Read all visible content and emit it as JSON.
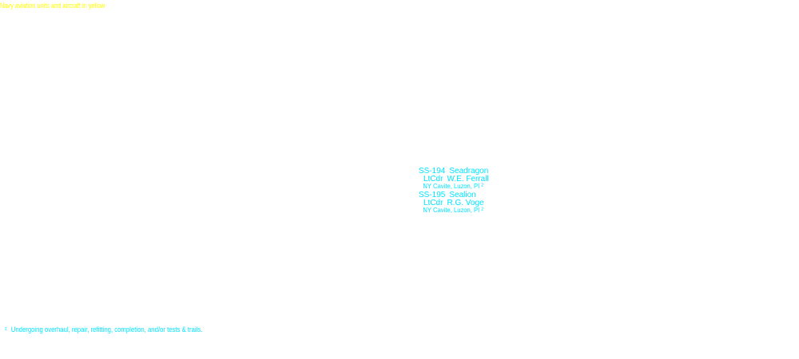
{
  "legend": {
    "text": "Navy aviation units and aircraft in yellow",
    "color": "#ffff00"
  },
  "ships": [
    {
      "hull": "SS-194",
      "name": "Seadragon",
      "rank": "LtCdr",
      "commander": "W.E. Ferrall",
      "location": "NY Cavite, Luzon, PI ²"
    },
    {
      "hull": "SS-195",
      "name": "Sealion",
      "rank": "LtCdr",
      "commander": "R.G. Voge",
      "location": "NY Cavite, Luzon, PI ²"
    }
  ],
  "ship_color": "#00e5ff",
  "footnote": {
    "mark": "²",
    "text": "Undergoing overhaul, repair, refitting, completion, and/or tests & trails."
  }
}
